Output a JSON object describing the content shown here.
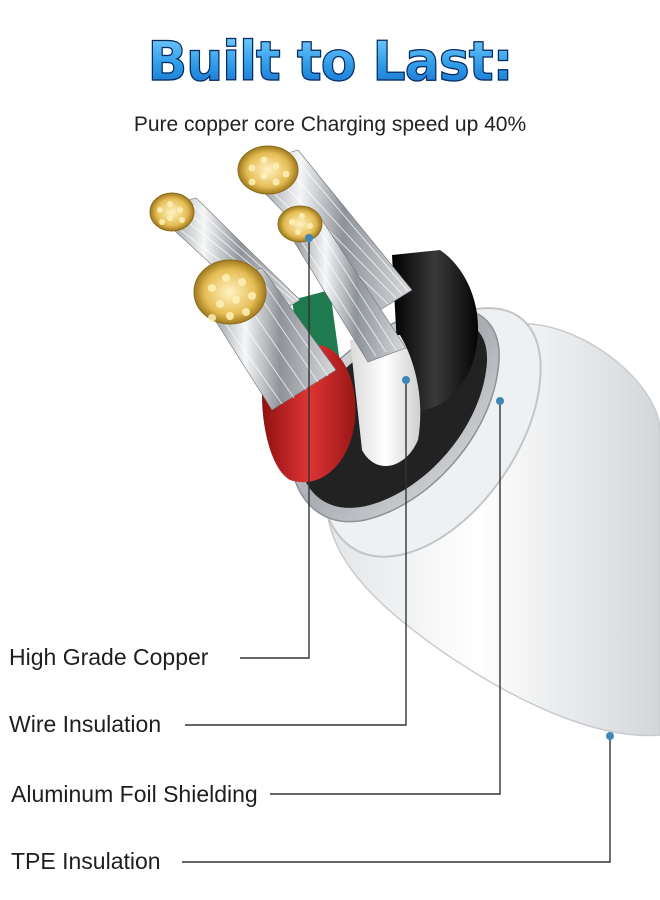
{
  "heading": "Built to Last:",
  "subheading": "Pure copper core Charging speed up 40%",
  "callouts": [
    {
      "label": "High Grade Copper",
      "icon": "copper-strands"
    },
    {
      "label": "Wire Insulation",
      "icon": "white-inner-jacket"
    },
    {
      "label": "Aluminum Foil Shielding",
      "icon": "foil-layer"
    },
    {
      "label": "TPE Insulation",
      "icon": "outer-jacket"
    }
  ],
  "colors": {
    "heading_blue": "#2f9be8",
    "wire_red": "#d62b2b",
    "wire_green": "#1f7a4f",
    "wire_black": "#141414",
    "wire_white": "#f2f2f2",
    "copper_tip": "#e9c46a",
    "leader_line": "#333333",
    "leader_dot": "#3f87b8"
  }
}
